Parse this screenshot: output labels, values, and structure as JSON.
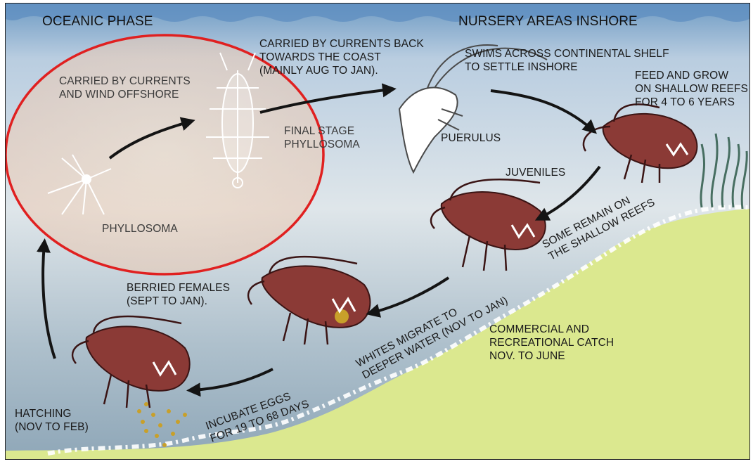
{
  "headers": {
    "left": "OCEANIC PHASE",
    "right": "NURSERY AREAS INSHORE"
  },
  "labels": {
    "offshore": "CARRIED BY CURRENTS\nAND WIND OFFSHORE",
    "final_stage": "FINAL STAGE\nPHYLLOSOMA",
    "phyllosoma": "PHYLLOSOMA",
    "back_to_coast": "CARRIED BY CURRENTS BACK\nTOWARDS THE COAST\n(MAINLY AUG TO JAN).",
    "swims": "SWIMS ACROSS CONTINENTAL SHELF\nTO SETTLE INSHORE",
    "puerulus": "PUERULUS",
    "feed_grow": "FEED AND GROW\nON SHALLOW REEFS\nFOR 4 TO 6 YEARS",
    "juveniles": "JUVENILES",
    "some_remain": "SOME REMAIN ON\nTHE SHALLOW REEFS",
    "berried": "BERRIED FEMALES\n(SEPT TO JAN).",
    "whites_migrate": "WHITES MIGRATE TO\nDEEPER WATER (NOV TO JAN)",
    "commercial": "COMMERCIAL AND\nRECREATIONAL CATCH\nNOV. TO JUNE",
    "incubate": "INCUBATE EGGS\nFOR 19 TO 68 DAYS",
    "hatching": "HATCHING\n(NOV TO FEB)"
  },
  "colors": {
    "sky_top": "#7fa9cf",
    "water_mid": "#cfdce6",
    "water_low": "#9fb6c6",
    "seabed": "#dbe88f",
    "lobster_body": "#8b3a36",
    "lobster_dark": "#3a1414",
    "highlight_circle": "#e02020",
    "arrow": "#141414",
    "egg": "#c8a02a"
  }
}
